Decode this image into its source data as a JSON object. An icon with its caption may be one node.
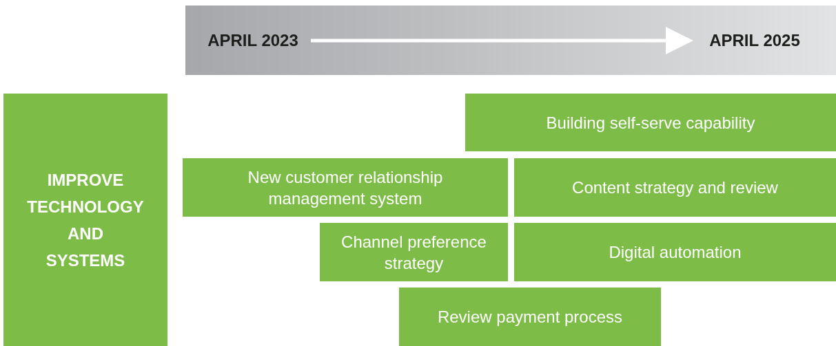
{
  "diagram": {
    "nodes": [
      {
        "text": [],
        "shape": "bar"
      },
      {
        "text": [
          "APRIL 2023"
        ],
        "in": 0
      },
      {
        "text": [
          "APRIL 2025"
        ],
        "in": 0
      },
      {
        "text": [
          "IMPROVE TECHNOLOGY AND SYSTEMS"
        ]
      },
      {
        "text": [
          "Building self-serve capability"
        ]
      },
      {
        "text": [
          "New customer relationship management system"
        ]
      },
      {
        "text": [
          "Content strategy and review"
        ]
      },
      {
        "text": [
          "Channel preference strategy"
        ]
      },
      {
        "text": [
          "Digital automation"
        ]
      },
      {
        "text": [
          "Review payment process"
        ]
      }
    ],
    "edges": [
      {
        "from": 1,
        "to": 2,
        "arrow": "to"
      }
    ]
  }
}
